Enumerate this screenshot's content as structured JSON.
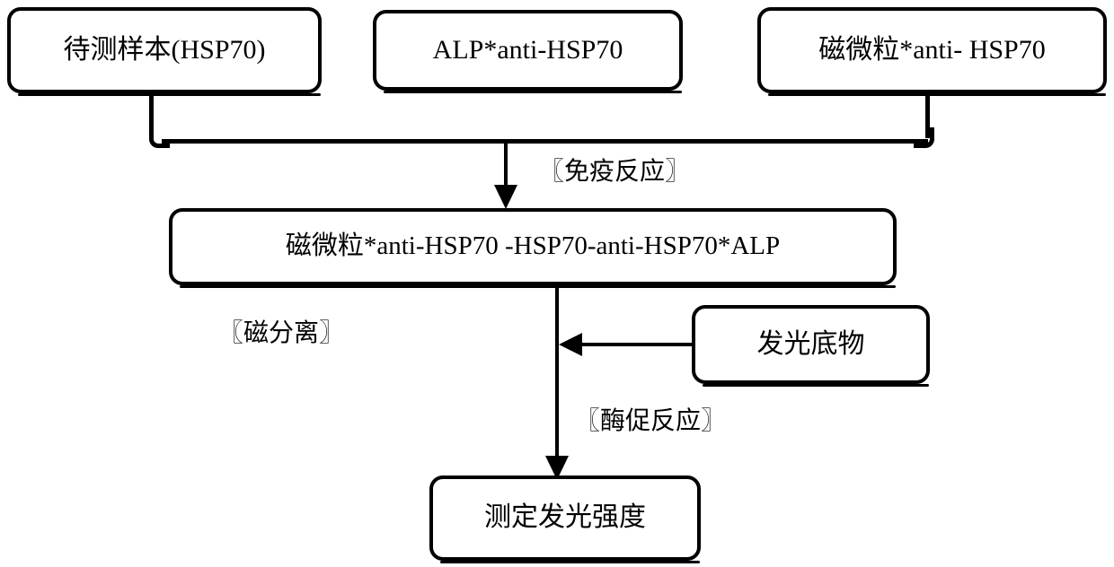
{
  "diagram": {
    "title": "HSP70 chemiluminescence immunoassay flow",
    "ink_color": "#000000",
    "background_color": "#ffffff",
    "nodes": {
      "sample": "待测样本(HSP70)",
      "alp_conjugate": "ALP*anti-HSP70",
      "bead_conjugate": "磁微粒*anti- HSP70",
      "complex": "磁微粒*anti-HSP70 -HSP70-anti-HSP70*ALP",
      "substrate": "发光底物",
      "measure": "测定发光强度"
    },
    "edge_labels": {
      "immune_reaction": "〖免疫反应〗",
      "magnetic_separation": "〖磁分离〗",
      "enzyme_reaction": "〖酶促反应〗"
    }
  }
}
